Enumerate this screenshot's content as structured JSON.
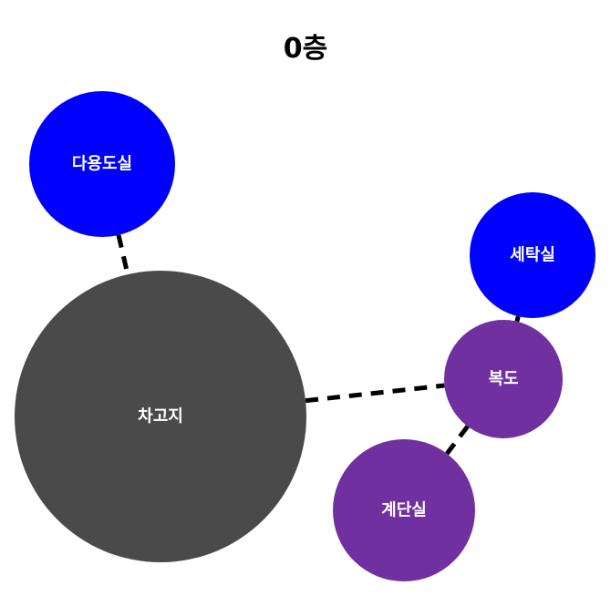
{
  "title": "0층",
  "colors": {
    "blue_room": "#0000ff",
    "gray_room": "#4a4a4a",
    "purple_room": "#7030a0",
    "edge": "#000000",
    "label": "#ffffff"
  },
  "nodes": [
    {
      "id": "다용도실",
      "label": "다용도실",
      "color": "#0000ff"
    },
    {
      "id": "차고지",
      "label": "차고지",
      "color": "#4a4a4a"
    },
    {
      "id": "세탁실",
      "label": "세탁실",
      "color": "#0000ff"
    },
    {
      "id": "복도",
      "label": "복도",
      "color": "#7030a0"
    },
    {
      "id": "계단실",
      "label": "계단실",
      "color": "#7030a0"
    }
  ],
  "edges": [
    {
      "from": "다용도실",
      "to": "차고지",
      "style": "dashed"
    },
    {
      "from": "차고지",
      "to": "복도",
      "style": "dashed"
    },
    {
      "from": "세탁실",
      "to": "복도",
      "style": "dashed"
    },
    {
      "from": "복도",
      "to": "계단실",
      "style": "dashed"
    }
  ]
}
